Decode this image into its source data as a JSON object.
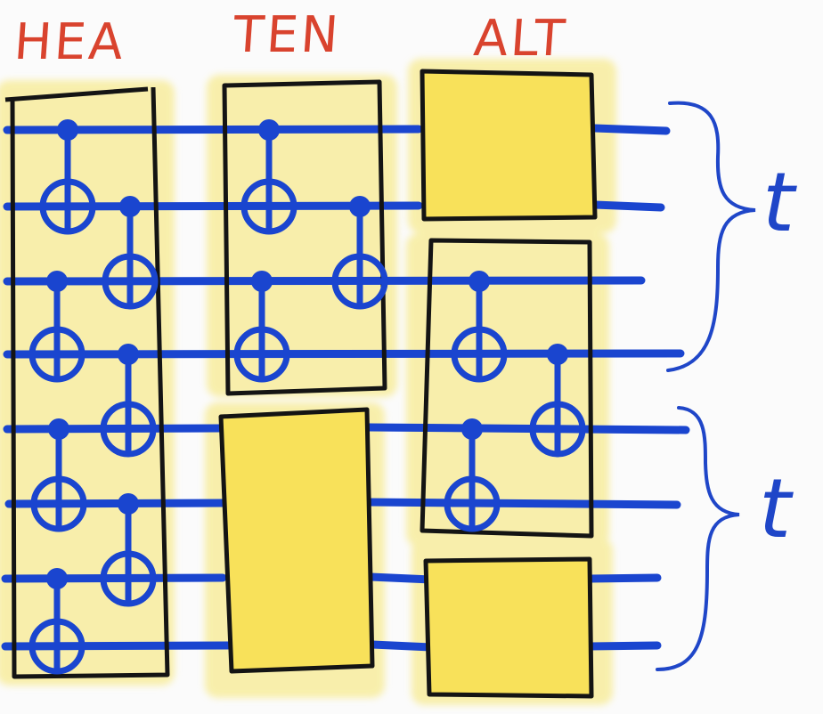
{
  "labels": {
    "hea": "HEA",
    "ten": "TEN",
    "alt": "ALT"
  },
  "braces": [
    {
      "label": "t"
    },
    {
      "label": "t"
    }
  ],
  "wire_count": 8,
  "colors": {
    "wire": "#1a45cf",
    "gate_fill": "#f8e15a",
    "highlight": "#f6e56b",
    "box_outline": "#141414",
    "label": "#d9432e",
    "brace": "#1f46c8"
  }
}
